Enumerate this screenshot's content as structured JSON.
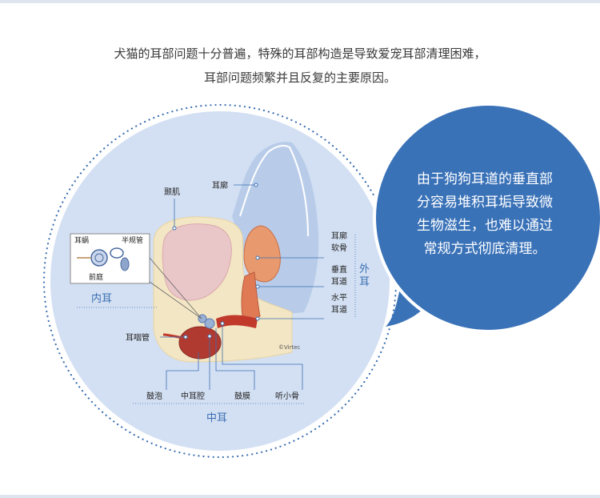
{
  "intro": {
    "line1": "犬猫的耳部问题十分普遍，特殊的耳部构造是导致爱宠耳部清理困难，",
    "line2": "耳部问题频繁并且反复的主要原因。"
  },
  "labels": {
    "temporal_muscle": "颞肌",
    "pinna": "耳廓",
    "cochlea": "耳蜗",
    "semicircular_canals": "半规管",
    "vestibule": "前庭",
    "inner_ear": "内耳",
    "pinna_cartilage_1": "耳廓",
    "pinna_cartilage_2": "软骨",
    "vertical_canal_1": "垂直",
    "vertical_canal_2": "耳道",
    "horizontal_canal_1": "水平",
    "horizontal_canal_2": "耳道",
    "outer_ear_1": "外",
    "outer_ear_2": "耳",
    "eustachian_tube": "耳咽管",
    "copyright": "©Virtec",
    "tympanic_bulla": "鼓泡",
    "middle_ear_cavity": "中耳腔",
    "eardrum": "鼓膜",
    "ossicles": "听小骨",
    "middle_ear": "中耳"
  },
  "bubble": {
    "line1": "由于狗狗耳道的垂直部",
    "line2": "分容易堆积耳垢导致微",
    "line3": "生物滋生，也难以通过",
    "line4": "常规方式彻底清理。"
  },
  "colors": {
    "bubble": "#3a72b8",
    "circle_fill": "#d3e0f3",
    "dots": "#3b6fb2",
    "canal": "#c0392b",
    "cartilage": "#e89a6e",
    "bone": "#f3e6c4"
  }
}
